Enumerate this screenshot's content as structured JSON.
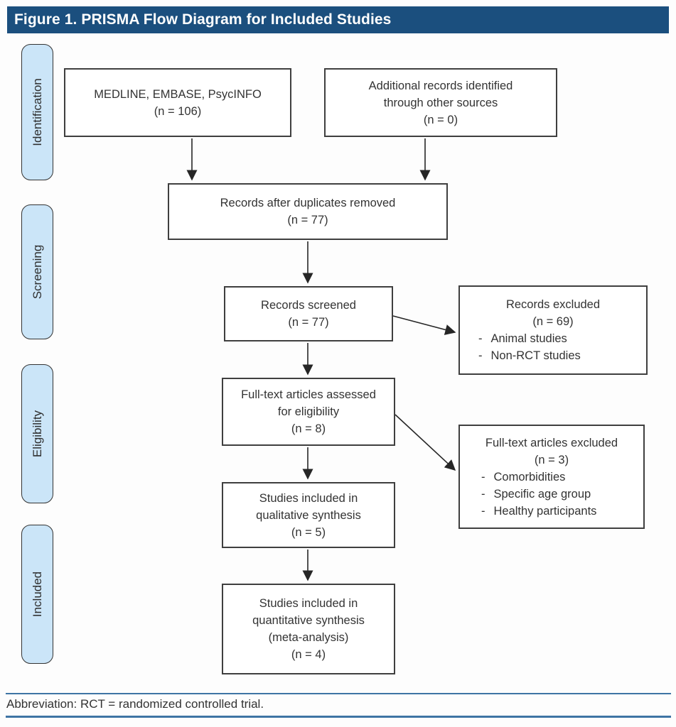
{
  "title": "Figure 1. PRISMA Flow Diagram for Included Studies",
  "stages": [
    {
      "label": "Identification"
    },
    {
      "label": "Screening"
    },
    {
      "label": "Eligibility"
    },
    {
      "label": "Included"
    }
  ],
  "boxes": {
    "medline": {
      "lines": [
        "MEDLINE, EMBASE, PsycINFO",
        "(n = 106)"
      ]
    },
    "additional": {
      "lines": [
        "Additional records identified",
        "through other sources",
        "(n = 0)"
      ]
    },
    "duplicates_removed": {
      "lines": [
        "Records after duplicates removed",
        "(n = 77)"
      ]
    },
    "screened": {
      "lines": [
        "Records screened",
        "(n = 77)"
      ]
    },
    "records_excluded": {
      "lines": [
        "Records excluded",
        "(n = 69)"
      ],
      "dash": "-",
      "bullets": [
        "Animal studies",
        "Non-RCT studies"
      ]
    },
    "fulltext_assessed": {
      "lines": [
        "Full-text articles assessed",
        "for eligibility",
        "(n = 8)"
      ]
    },
    "fulltext_excluded": {
      "lines": [
        "Full-text articles excluded",
        "(n = 3)"
      ],
      "dash": "-",
      "bullets": [
        "Comorbidities",
        "Specific age group",
        "Healthy participants"
      ]
    },
    "qualitative": {
      "lines": [
        "Studies included in",
        "qualitative synthesis",
        "(n = 5)"
      ]
    },
    "quantitative": {
      "lines": [
        "Studies included in",
        "quantitative synthesis",
        "(meta-analysis)",
        "(n = 4)"
      ]
    }
  },
  "footer": {
    "abbreviation": "Abbreviation: RCT = randomized controlled trial."
  },
  "colors": {
    "title_bar": "#1B4F7E",
    "title_text": "#FFFFFF",
    "stage_fill": "#CBE5F8",
    "stage_border": "#333333",
    "box_border": "#3F3F3F",
    "box_text": "#333333",
    "arrow": "#262626",
    "footer_rule": "#3E74A4"
  }
}
